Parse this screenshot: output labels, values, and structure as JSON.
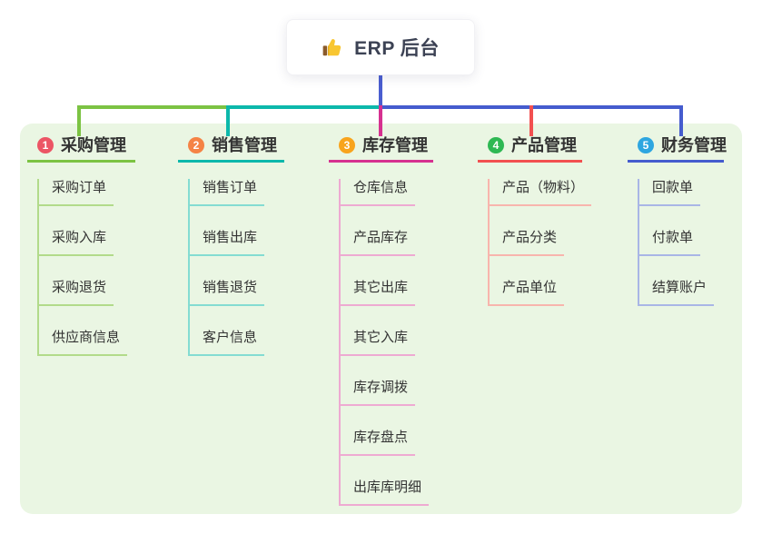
{
  "root": {
    "title": "ERP 后台",
    "icon": "thumbs-up-icon",
    "stem_color": "#4a5ed0"
  },
  "panel": {
    "background": "#eaf6e3"
  },
  "branches": [
    {
      "number": "1",
      "title": "采购管理",
      "badge_color": "#ec5565",
      "line_color": "#7cc343",
      "item_line_color": "#b2db8a",
      "items": [
        "采购订单",
        "采购入库",
        "采购退货",
        "供应商信息"
      ]
    },
    {
      "number": "2",
      "title": "销售管理",
      "badge_color": "#f58345",
      "line_color": "#0cb8ab",
      "item_line_color": "#84dcd2",
      "items": [
        "销售订单",
        "销售出库",
        "销售退货",
        "客户信息"
      ]
    },
    {
      "number": "3",
      "title": "库存管理",
      "badge_color": "#f8a41d",
      "line_color": "#d63190",
      "item_line_color": "#eeaad2",
      "items": [
        "仓库信息",
        "产品库存",
        "其它出库",
        "其它入库",
        "库存调拨",
        "库存盘点",
        "出库库明细"
      ]
    },
    {
      "number": "4",
      "title": "产品管理",
      "badge_color": "#2eb853",
      "line_color": "#f25050",
      "item_line_color": "#f8b5ad",
      "items": [
        "产品（物料）",
        "产品分类",
        "产品单位"
      ]
    },
    {
      "number": "5",
      "title": "财务管理",
      "badge_color": "#2ea6e0",
      "line_color": "#455cce",
      "item_line_color": "#a9b6e6",
      "items": [
        "回款单",
        "付款单",
        "结算账户"
      ]
    }
  ]
}
